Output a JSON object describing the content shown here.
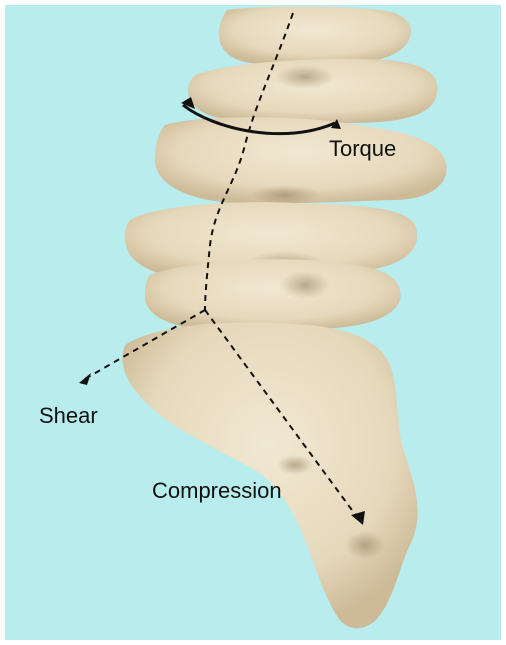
{
  "background_color": "#b9ecec",
  "bone_color": "#e8dcc2",
  "arrow_color": "#111111",
  "labels": {
    "torque": "Torque",
    "shear": "Shear",
    "compression": "Compression"
  }
}
